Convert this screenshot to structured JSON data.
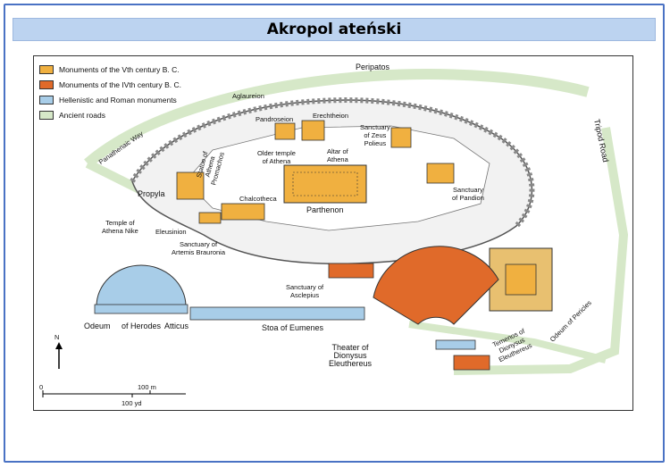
{
  "title": "Akropol ateński",
  "legend": [
    {
      "label": "Monuments of the Vth century B. C.",
      "color": "#f0b040"
    },
    {
      "label": "Monuments of the IVth century B. C.",
      "color": "#e06a2a"
    },
    {
      "label": "Hellenistic and Roman monuments",
      "color": "#a8cde8"
    },
    {
      "label": "Ancient roads",
      "color": "#d6e8c8"
    }
  ],
  "labels": {
    "peripatos": "Peripatos",
    "tripod_road": "Tripod Road",
    "panathenaic_way": "Panathenaic Way",
    "aglaureion": "Aglaureion",
    "pandroseion": "Pandroseion",
    "erechtheion": "Erechtheion",
    "sanctuary_zeus": "Sanctuary\nof Zeus\nPolieus",
    "statue_athena": "Statue of\nAthena\nPromachos",
    "older_temple": "Older temple\nof Athena",
    "altar_athena": "Altar of\nAthena",
    "propyla": "Propyla",
    "chalcotheca": "Chalcotheca",
    "parthenon": "Parthenon",
    "sanctuary_pandion": "Sanctuary\nof Pandion",
    "temple_nike": "Temple of\nAthena Nike",
    "eleusinion": "Eleusinion",
    "artemis": "Sanctuary of\nArtemis Brauronia",
    "asclepius": "Sanctuary of\nAsclepius",
    "odeum": "Odeum",
    "of_herodes": "of Herodes",
    "atticus": "Atticus",
    "stoa": "Stoa of Eumenes",
    "theater": "Theater of\nDionysus\nEleuthereus",
    "temenos": "Temenos of\nDionysus\nEleuthereus",
    "odeum_pericles": "Odeum of Pericles",
    "north": "N",
    "scale_zero": "0",
    "scale_m": "100 m",
    "scale_yd": "100 yd"
  }
}
